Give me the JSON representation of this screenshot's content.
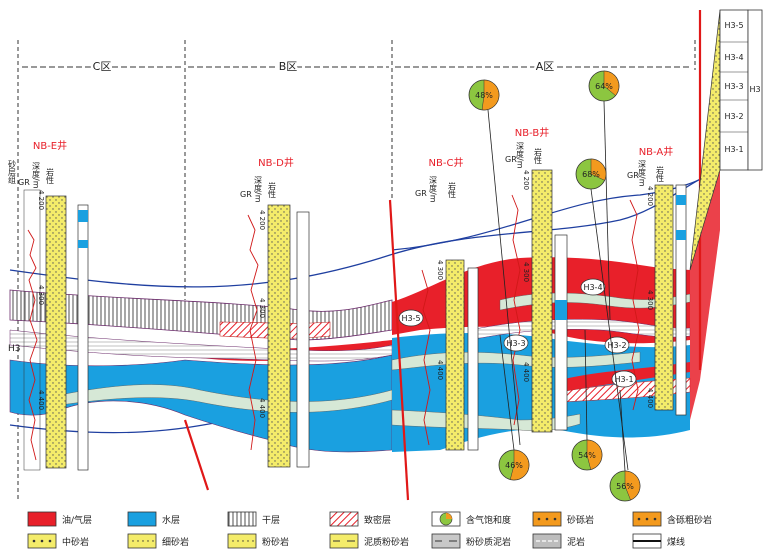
{
  "zones": [
    {
      "label": "C区"
    },
    {
      "label": "B区"
    },
    {
      "label": "A区"
    }
  ],
  "wells": [
    {
      "name": "NB-E井",
      "depths": [
        "4 200",
        "4 300",
        "4 400"
      ]
    },
    {
      "name": "NB-D井",
      "depths": [
        "4 200",
        "4 300",
        "4 400"
      ]
    },
    {
      "name": "NB-C井",
      "depths": [
        "4 300",
        "4 400"
      ]
    },
    {
      "name": "NB-B井",
      "depths": [
        "4 200",
        "4 300",
        "4 400"
      ]
    },
    {
      "name": "NB-A井",
      "depths": [
        "4 200",
        "4 300",
        "4 400"
      ]
    }
  ],
  "column_headers": {
    "group": "砂层组",
    "gr": "GR",
    "depth": "深度/m",
    "lith": "岩性"
  },
  "group_label": "H3",
  "layer_labels": [
    "H3-5",
    "H3-4",
    "H3-3",
    "H3-2",
    "H3-1"
  ],
  "column_group_label": "H3",
  "saturation_pies": [
    {
      "value": "48%",
      "pct": 48
    },
    {
      "value": "64%",
      "pct": 64
    },
    {
      "value": "68%",
      "pct": 68
    },
    {
      "value": "46%",
      "pct": 46
    },
    {
      "value": "54%",
      "pct": 54
    },
    {
      "value": "56%",
      "pct": 56
    }
  ],
  "legend": [
    {
      "label": "油/气层",
      "kind": "oilgas"
    },
    {
      "label": "水层",
      "kind": "water"
    },
    {
      "label": "干层",
      "kind": "dry"
    },
    {
      "label": "致密层",
      "kind": "tight"
    },
    {
      "label": "含气饱和度",
      "kind": "pie"
    },
    {
      "label": "砂砾岩",
      "kind": "glut"
    },
    {
      "label": "含砾粗砂岩",
      "kind": "coarse"
    },
    {
      "label": "中砂岩",
      "kind": "medium"
    },
    {
      "label": "细砂岩",
      "kind": "fine"
    },
    {
      "label": "粉砂岩",
      "kind": "silt"
    },
    {
      "label": "泥质粉砂岩",
      "kind": "muddysilt"
    },
    {
      "label": "粉砂质泥岩",
      "kind": "siltymud"
    },
    {
      "label": "泥岩",
      "kind": "mud"
    },
    {
      "label": "煤线",
      "kind": "coal"
    }
  ],
  "colors": {
    "oil": "#e8202a",
    "water": "#1aa0e0",
    "sand": "#f4ec6a",
    "blue_line": "#1f3fa0",
    "gr_line": "#d01818",
    "fault": "#e01818",
    "pie_green": "#8cc640",
    "pie_orange": "#f39a1e"
  }
}
